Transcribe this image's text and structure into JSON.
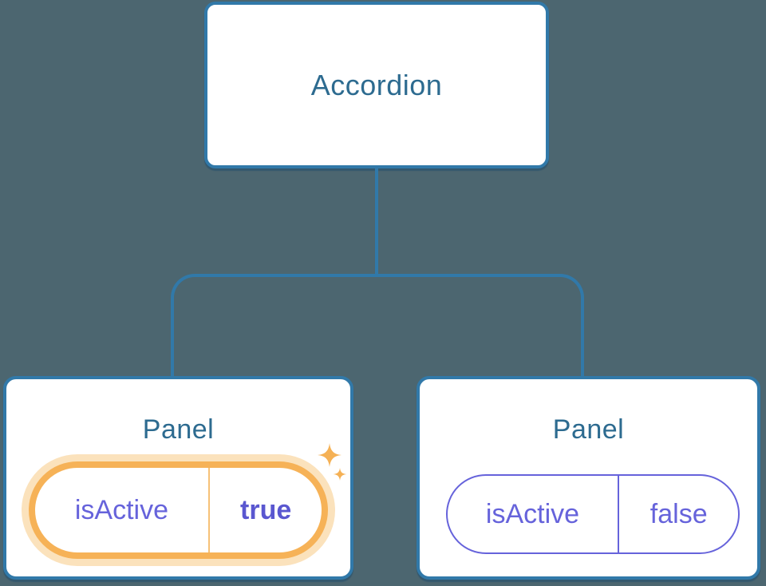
{
  "diagram": {
    "root": {
      "label": "Accordion"
    },
    "panels": [
      {
        "title": "Panel",
        "state": {
          "name": "isActive",
          "value": "true"
        },
        "highlighted": true
      },
      {
        "title": "Panel",
        "state": {
          "name": "isActive",
          "value": "false"
        },
        "highlighted": false
      }
    ]
  },
  "colors": {
    "background": "#4C6670",
    "connector": "#3179A9",
    "box_border": "#3179A9",
    "heading_text": "#2D6B90",
    "state_text": "#6663DB",
    "state_value_active": "#5A57D0",
    "active_border": "#F6B257",
    "active_halo": "#FBE2BC",
    "active_divider": "#F6C177",
    "sparkle": "#F5B155",
    "card_bg": "#FFFFFF"
  }
}
